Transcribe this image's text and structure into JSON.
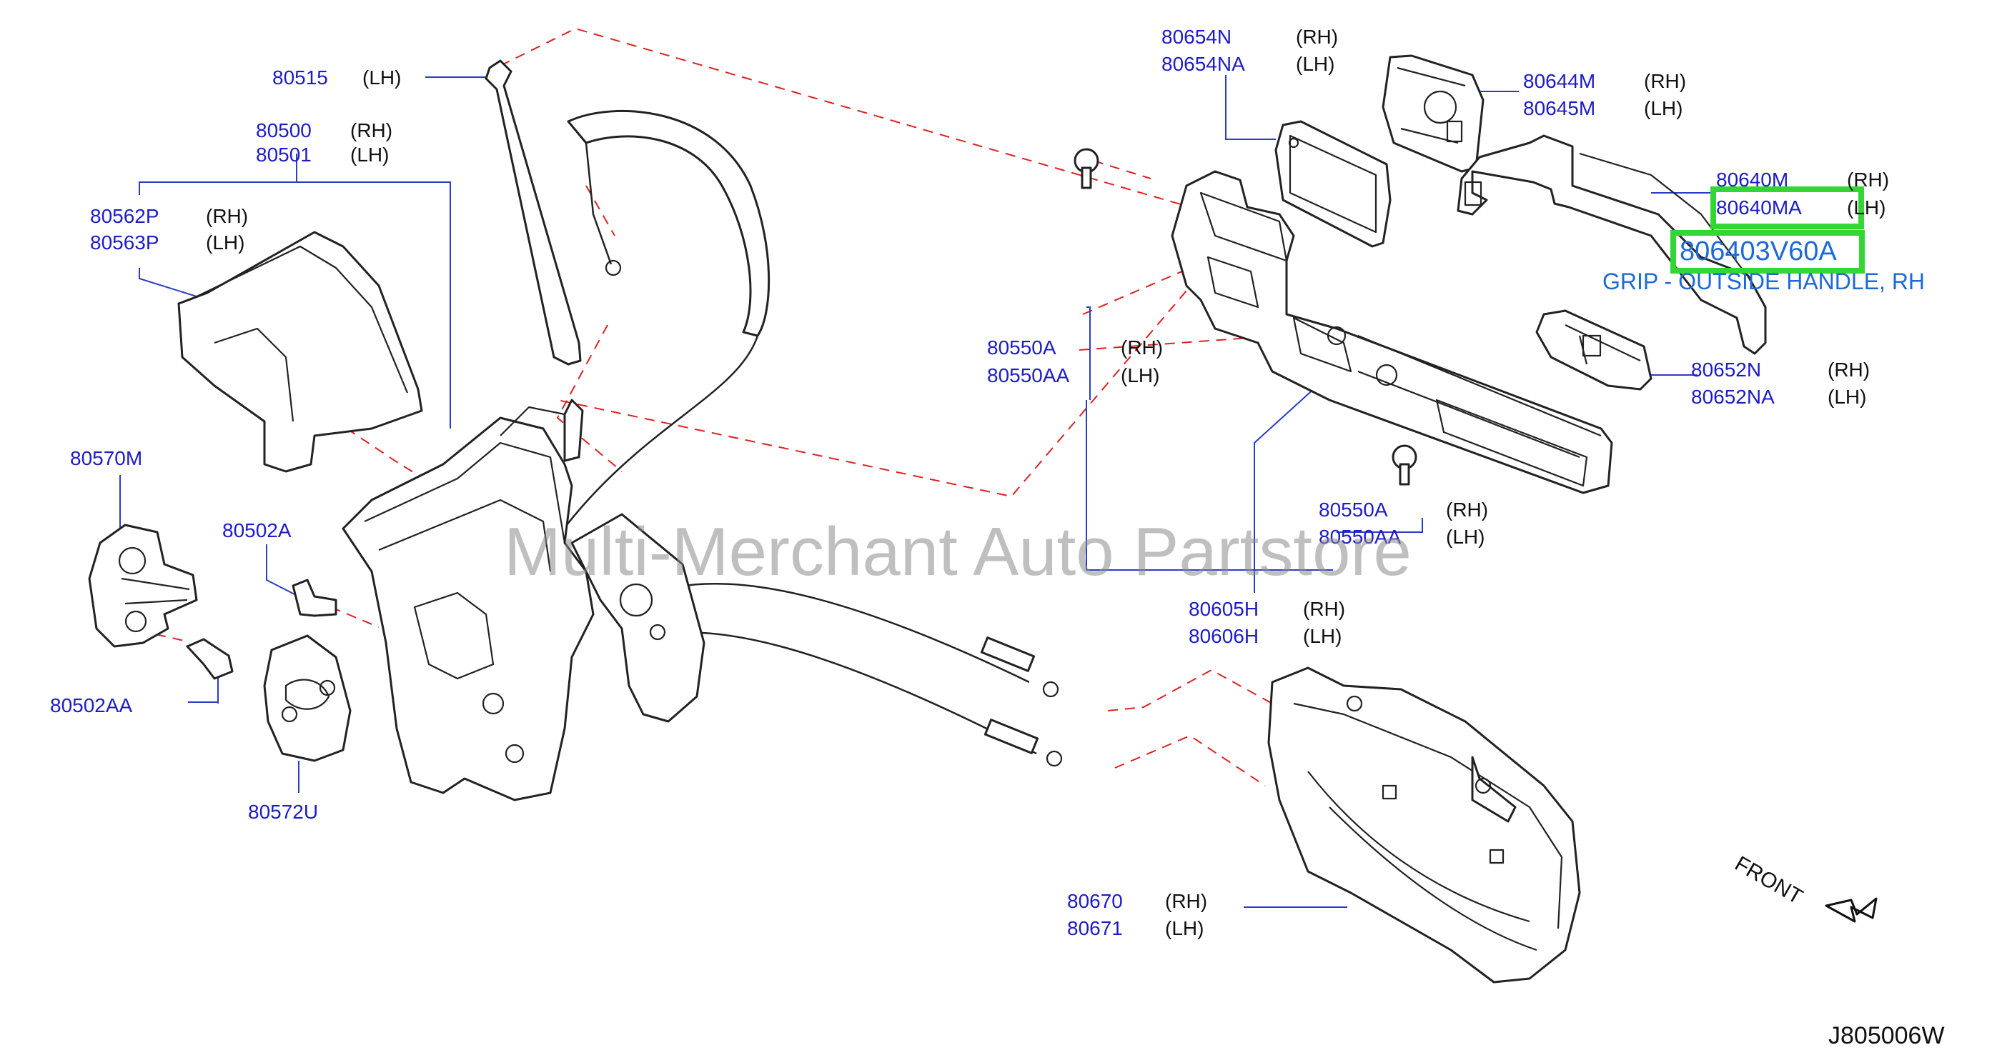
{
  "labels": {
    "p80515": "80515",
    "s80515": "(LH)",
    "p80500": "80500",
    "s80500": "(RH)",
    "p80501": "80501",
    "s80501": "(LH)",
    "p80562P": "80562P",
    "s80562P": "(RH)",
    "p80563P": "80563P",
    "s80563P": "(LH)",
    "p80570M": "80570M",
    "p80502A": "80502A",
    "p80502AA": "80502AA",
    "p80572U": "80572U",
    "p80654N": "80654N",
    "s80654N": "(RH)",
    "p80654NA": "80654NA",
    "s80654NA": "(LH)",
    "p80644M": "80644M",
    "s80644M": "(RH)",
    "p80645M": "80645M",
    "s80645M": "(LH)",
    "p80640M": "80640M",
    "s80640M": "(RH)",
    "p80640MA": "80640MA",
    "s80640MA": "(LH)",
    "p80550A_top": "80550A",
    "s80550A_top": "(RH)",
    "p80550AA_top": "80550AA",
    "s80550AA_top": "(LH)",
    "p80652N": "80652N",
    "s80652N": "(RH)",
    "p80652NA": "80652NA",
    "s80652NA": "(LH)",
    "p80550A_bot": "80550A",
    "s80550A_bot": "(RH)",
    "p80550AA_bot": "80550AA",
    "s80550AA_bot": "(LH)",
    "p80605H": "80605H",
    "s80605H": "(RH)",
    "p80606H": "80606H",
    "s80606H": "(LH)",
    "p80670": "80670",
    "s80670": "(RH)",
    "p80671": "80671",
    "s80671": "(LH)"
  },
  "highlight": {
    "part_number": "806403V60A",
    "description": "GRIP - OUTSIDE HANDLE, RH"
  },
  "watermark": "Multi-Merchant Auto Partstore",
  "front_label": "FRONT",
  "diagram_code": "J805006W",
  "colors": {
    "part_number": "#1c1cc8",
    "leader": "#2a3cc8",
    "dashed_line": "#e02020",
    "highlight_box": "#33d633",
    "callout_text": "#1c6ad8"
  }
}
